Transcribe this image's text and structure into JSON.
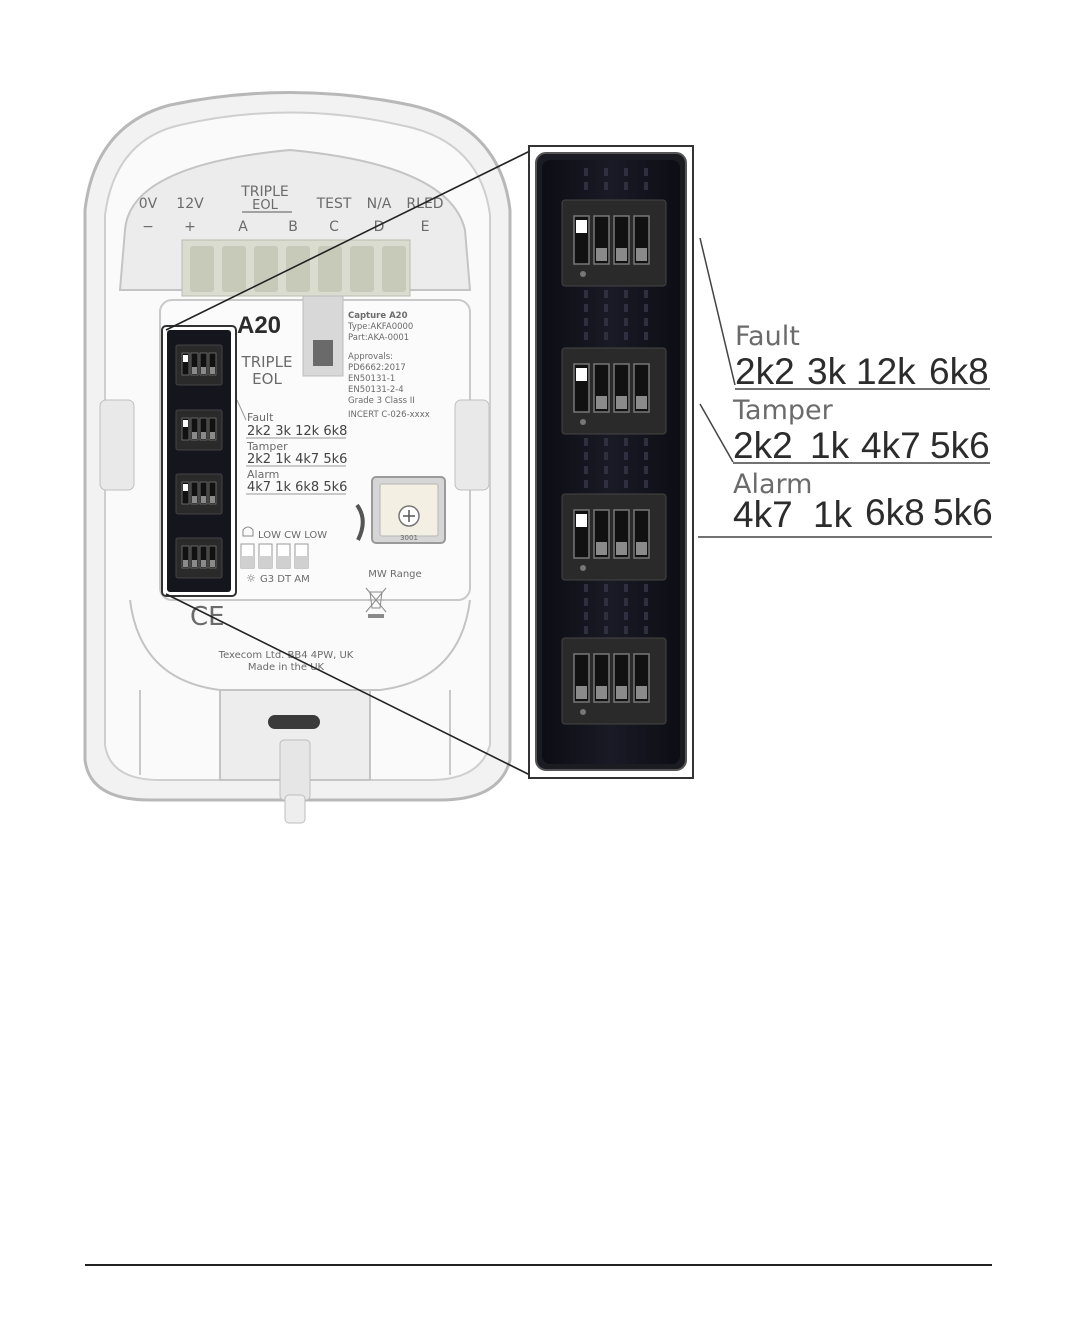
{
  "terminals": [
    {
      "top": "0V",
      "sign": "−"
    },
    {
      "top": "12V",
      "sign": "+"
    },
    {
      "top": "A",
      "sign": ""
    },
    {
      "top": "B",
      "sign": ""
    },
    {
      "top": "TEST",
      "sign": "C"
    },
    {
      "top": "N/A",
      "sign": "D"
    },
    {
      "top": "RLED",
      "sign": "E"
    }
  ],
  "triple_eol_header": [
    "TRIPLE",
    "EOL"
  ],
  "model": "A20",
  "board_heading": [
    "TRIPLE",
    "EOL"
  ],
  "approvals": [
    "Capture A20",
    "Type:AKFA0000",
    "Part:AKA-0001",
    "",
    "Approvals:",
    "PD6662:2017",
    "EN50131-1",
    "EN50131-2-4",
    "Grade 3 Class II",
    "INCERT C-026-xxxx"
  ],
  "small_legend": {
    "fault_label": "Fault",
    "fault_values": "2k2 3k 12k 6k8",
    "tamper_label": "Tamper",
    "tamper_values": "2k2 1k 4k7 5k6",
    "alarm_label": "Alarm",
    "alarm_values": "4k7 1k 6k8 5k6"
  },
  "led_row_top": "LOW CW LOW",
  "led_row_bottom": "G3 DT AM",
  "pot_label": "3001",
  "mw_range": "MW Range",
  "manufacturer": [
    "Texecom Ltd. BB4 4PW, UK",
    "Made in the UK"
  ],
  "zoom_legend": [
    {
      "label": "Fault",
      "values": [
        "2k2",
        "3k",
        "12k",
        "6k8"
      ]
    },
    {
      "label": "Tamper",
      "values": [
        "2k2",
        "1k",
        "4k7",
        "5k6"
      ]
    },
    {
      "label": "Alarm",
      "values": [
        "4k7",
        "1k",
        "6k8",
        "5k6"
      ]
    }
  ],
  "colors": {
    "housing_stroke": "#b8b8b8",
    "housing_fill": "#f0f0f0",
    "dip_panel": "#14141c",
    "dip_block": "#2b2b2b",
    "switch_on": "#ffffff",
    "switch_off": "#8a8a8a",
    "terminal": "#cfd3c7"
  }
}
